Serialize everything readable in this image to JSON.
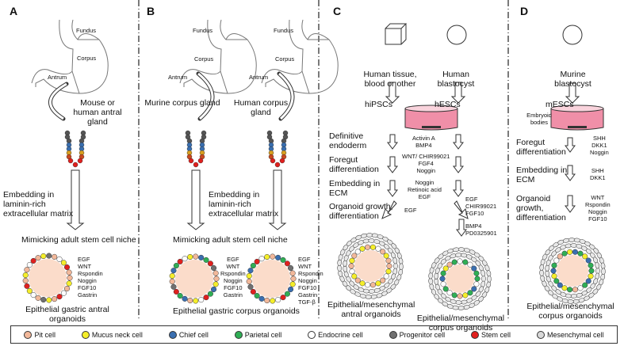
{
  "panels": {
    "A": {
      "letter": "A",
      "stomach": [
        "Fundus",
        "Corpus",
        "Antrum"
      ],
      "source": "Mouse or human antral gland",
      "embed": "Embedding in laminin-rich extracellular matrix",
      "niche": "Mimicking adult stem cell niche",
      "factors": [
        "EGF",
        "WNT",
        "Rspondin",
        "Noggin",
        "FGF10",
        "Gastrin"
      ],
      "result": "Epithelial gastric antral organoids"
    },
    "B": {
      "letter": "B",
      "stomach": [
        "Fundus",
        "Corpus",
        "Antrum"
      ],
      "source_left": "Murine corpus gland",
      "source_right": "Human corpus gland",
      "embed": "Embedding in laminin-rich extracellular matrix",
      "niche": "Mimicking adult stem cell niche",
      "factors_left": [
        "EGF",
        "WNT",
        "Rspondin",
        "Noggin",
        "FGF10",
        "Gastrin"
      ],
      "factors_right": [
        "EGF",
        "WNT",
        "Rspondin",
        "Noggin",
        "FGF10",
        "Gastrin",
        "TGF-β"
      ],
      "result": "Epithelial gastric corpus organoids"
    },
    "C": {
      "letter": "C",
      "source_left": "Human tissue, blood or other",
      "source_right": "Human blastocyst",
      "cells_left": "hiPSCs",
      "cells_right": "hESCs",
      "steps": [
        "Definitive endoderm",
        "Foregut differentiation",
        "Embedding in ECM",
        "Organoid growth, differentiation"
      ],
      "factors": {
        "endoderm": "Activin A\nBMP4",
        "foregut": "WNT/ CHIR99021\nFGF4\nNoggin",
        "ecm": "Noggin\nRetinoic acid\nEGF",
        "antral": "EGF",
        "corpus1": "EGF\nCHIR99021\nFGF10",
        "corpus2": "BMP4\nPD0325901"
      },
      "result_left": "Epithelial/mesenchymal antral organoids",
      "result_right": "Epithelial/mesenchymal corpus organoids"
    },
    "D": {
      "letter": "D",
      "source": "Murine blastocyst",
      "cells": "mESCs",
      "embryoid": "Embryoid bodies",
      "steps": [
        "Foregut differentiation",
        "Embedding in ECM",
        "Organoid growth, differentiation"
      ],
      "factors": [
        "SHH\nDKK1\nNoggin",
        "SHH\nDKK1",
        "WNT\nRspondin\nNoggin\nFGF10"
      ],
      "result": "Epithelial/mesenchymal corpus organoids"
    }
  },
  "legend": [
    {
      "label": "Pit cell",
      "color": "#f2b89a"
    },
    {
      "label": "Mucus neck cell",
      "color": "#f5ee2a"
    },
    {
      "label": "Chief cell",
      "color": "#3a6fb0"
    },
    {
      "label": "Parietal cell",
      "color": "#2fae55"
    },
    {
      "label": "Endocrine cell",
      "color": "#ffffff"
    },
    {
      "label": "Progenitor cell",
      "color": "#707070"
    },
    {
      "label": "Stem cell",
      "color": "#e0201e"
    },
    {
      "label": "Mesenchymal cell",
      "color": "#d8d8d8"
    }
  ]
}
